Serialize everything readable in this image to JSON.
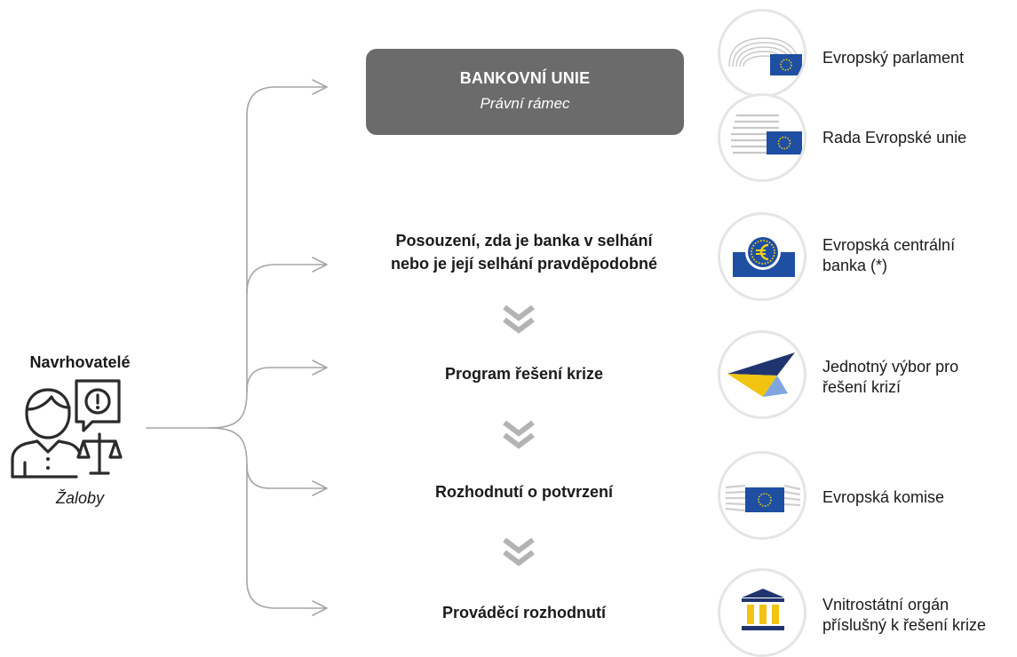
{
  "applicant": {
    "title": "Navrhovatelé",
    "subtitle": "Žaloby",
    "icon": "person-with-warning-and-scales-icon"
  },
  "framework": {
    "title": "BANKOVNÍ UNIE",
    "subtitle": "Právní rámec"
  },
  "steps": {
    "assessment": {
      "line1": "Posouzení, zda je banka v selhání",
      "line2": "nebo je její selhání pravděpodobné"
    },
    "resolution_scheme": "Program řešení krize",
    "endorsement": "Rozhodnutí o potvrzení",
    "implementing": "Prováděcí rozhodnutí"
  },
  "institutions": {
    "parliament": {
      "label": "Evropský parlament",
      "icon": "european-parliament-icon"
    },
    "council": {
      "label": "Rada Evropské unie",
      "icon": "council-of-eu-icon"
    },
    "ecb": {
      "line1": "Evropská centrální",
      "line2": "banka (*)",
      "icon": "euro-coin-icon"
    },
    "srb": {
      "line1": "Jednotný výbor pro",
      "line2": "řešení krizí",
      "icon": "srb-logo-icon"
    },
    "commission": {
      "label": "Evropská komise",
      "icon": "european-commission-building-icon"
    },
    "national": {
      "line1": "Vnitrostátní orgán",
      "line2": "příslušný k řešení krize",
      "icon": "bank-building-icon"
    }
  },
  "colors": {
    "framework_box": "#6b6b6b",
    "connector": "#a6a6a6",
    "chevron": "#b3b3b3",
    "eu_blue": "#1f4fa3",
    "eu_star": "#f5d20a",
    "srb_blue": "#20356f",
    "srb_yellow": "#f1c40f"
  }
}
